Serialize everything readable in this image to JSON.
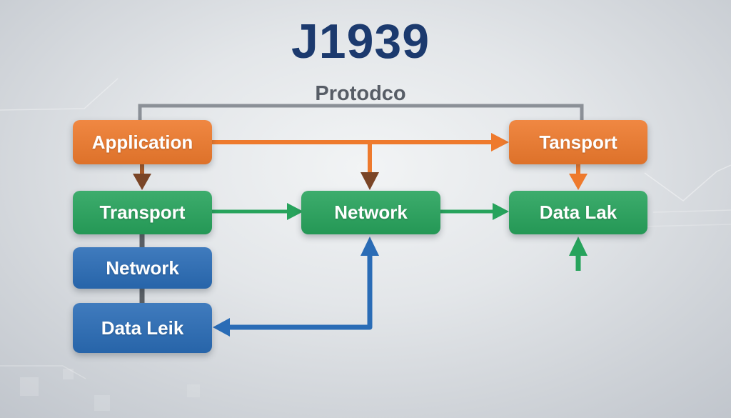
{
  "title": "J1939",
  "subtitle": "Protodco",
  "colors": {
    "orange": "#EE7A2D",
    "green": "#27A35C",
    "blue": "#2A6CB6",
    "brown_head": "#7A4527",
    "brown_shaft": "#A75A29",
    "gray_line": "#8B9097",
    "dark_gray_line": "#5B6066",
    "title_navy": "#1C3A6E",
    "subtitle_gray": "#575D66"
  },
  "nodes": [
    {
      "id": "application",
      "label": "Application",
      "color": "orange"
    },
    {
      "id": "tansport",
      "label": "Tansport",
      "color": "orange"
    },
    {
      "id": "transport",
      "label": "Transport",
      "color": "green"
    },
    {
      "id": "network-center",
      "label": "Network",
      "color": "green"
    },
    {
      "id": "data-lak",
      "label": "Data Lak",
      "color": "green"
    },
    {
      "id": "network-left",
      "label": "Network",
      "color": "blue"
    },
    {
      "id": "data-leik",
      "label": "Data Leik",
      "color": "blue"
    }
  ],
  "edges": [
    {
      "from": "application",
      "to": "tansport",
      "color": "gray",
      "style": "top-bracket-line"
    },
    {
      "from": "application",
      "to": "tansport",
      "color": "orange",
      "style": "arrow-right"
    },
    {
      "from": "application-tansport-line",
      "to": "network-center",
      "color": "orange-brown",
      "style": "arrow-down-branch"
    },
    {
      "from": "application",
      "to": "transport",
      "color": "brown",
      "style": "arrow-down"
    },
    {
      "from": "tansport",
      "to": "data-lak",
      "color": "orange",
      "style": "arrow-down"
    },
    {
      "from": "transport",
      "to": "network-center",
      "color": "green",
      "style": "arrow-right"
    },
    {
      "from": "network-center",
      "to": "data-lak",
      "color": "green",
      "style": "arrow-right"
    },
    {
      "from": "transport",
      "to": "network-left",
      "color": "dark-gray",
      "style": "plain-connector"
    },
    {
      "from": "network-left",
      "to": "data-leik",
      "color": "dark-gray",
      "style": "plain-connector"
    },
    {
      "from": "network-left",
      "to": "network-center",
      "color": "blue",
      "style": "arrow-up"
    },
    {
      "from": "network-left",
      "to": "data-lak",
      "color": "blue-green",
      "style": "arrow-up-elbow"
    },
    {
      "from": "network-left",
      "to": "data-leik",
      "color": "blue",
      "style": "arrow-left-elbow"
    }
  ]
}
